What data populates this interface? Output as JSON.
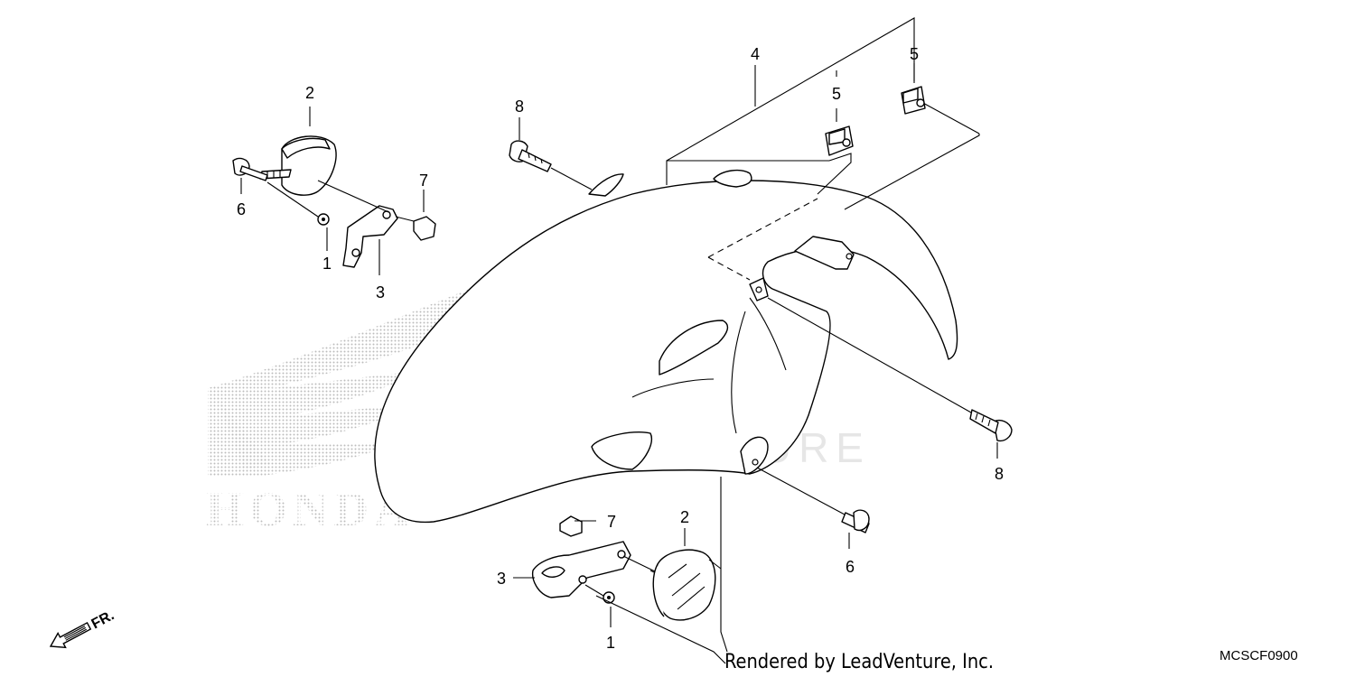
{
  "diagram": {
    "code": "MCSCF0900",
    "credit": "Rendered by LeadVenture, Inc.",
    "watermark": "LEADVENTURE",
    "brand_logo_text": "HONDA",
    "direction_label": "FR.",
    "colors": {
      "line": "#000000",
      "background": "#ffffff",
      "watermark": "#e6e6e6",
      "logo_dots": "#bdbdbd"
    },
    "callouts": {
      "part1_top": "1",
      "part2_top": "2",
      "part3_top": "3",
      "part6_top": "6",
      "part7_top": "7",
      "part8_top": "8",
      "part4": "4",
      "part5_left": "5",
      "part5_right": "5",
      "part8_right": "8",
      "part6_bottom": "6",
      "part7_bottom": "7",
      "part2_bottom": "2",
      "part3_bottom": "3",
      "part1_bottom": "1"
    }
  }
}
